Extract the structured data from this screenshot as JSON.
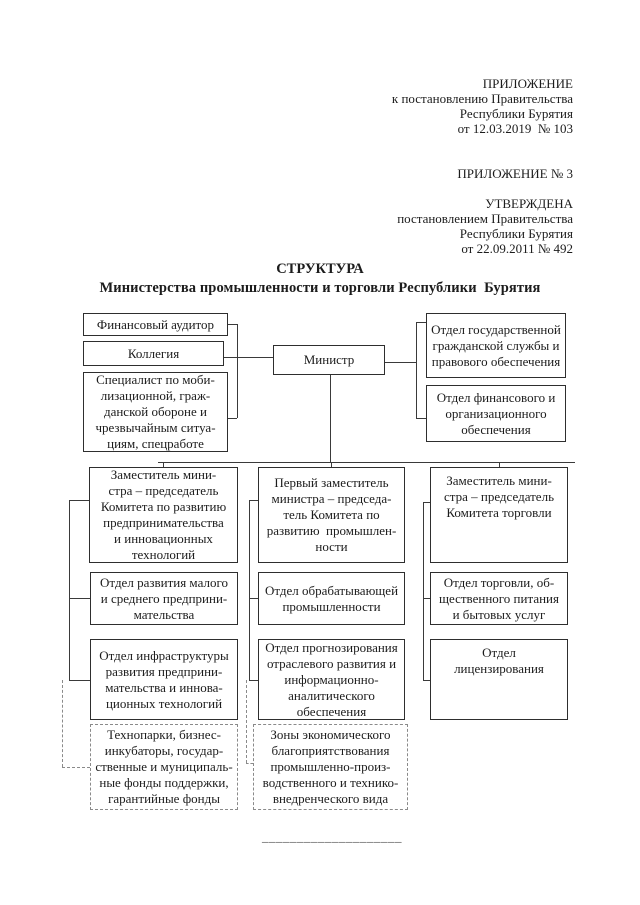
{
  "colors": {
    "ink": "#1c1c1c",
    "border": "#2e2e2e",
    "dashed_gray": "#8a8a8a"
  },
  "header": {
    "appendix": [
      "ПРИЛОЖЕНИЕ",
      "к постановлению Правительства",
      "Республики Бурятия",
      "от 12.03.2019  № 103"
    ],
    "appendix_no": "ПРИЛОЖЕНИЕ № 3",
    "approved": [
      "УТВЕРЖДЕНА",
      "постановлением Правительства",
      "Республики Бурятия",
      "от 22.09.2011 № 492"
    ]
  },
  "title": {
    "line1": "СТРУКТУРА",
    "line2": "Министерства промышленности и торговли Республики  Бурятия"
  },
  "chart": {
    "boxes": {
      "fin_auditor": "Финансовый аудитор",
      "collegium": "Коллегия",
      "specialist": "Специалист по моби-\nлизационной, граж-\nданской обороне и\nчрезвычайным ситуа-\nциям, спецработе",
      "minister": "Министр",
      "civil_service": "Отдел государственной\nгражданской службы и\nправового обеспечения",
      "finance_org": "Отдел финансового и\nорганизационного\nобеспечения",
      "deputy_entrepreneurship": "Заместитель мини-\nстра – председатель\nКомитета по развитию\nпредпринимательства\nи инновационных\nтехнологий",
      "first_deputy_industry": "Первый заместитель\nминистра – председа-\nтель Комитета по\nразвитию  промышлен-\nности",
      "deputy_trade": "Заместитель мини-\nстра – председатель\nКомитета торговли",
      "sme_dept": "Отдел развития малого\nи среднего предприни-\nмательства",
      "manufacturing_dept": "Отдел обрабатывающей\nпромышленности",
      "trade_services_dept": "Отдел торговли, об-\nщественного питания\nи бытовых услуг",
      "infrastructure_dept": "Отдел инфраструктуры\nразвития предприни-\nмательства и иннова-\nционных технологий",
      "forecasting_dept": "Отдел прогнозирования\nотраслевого развития и\nинформационно-\nаналитического\nобеспечения",
      "licensing_dept": "Отдел\nлицензирования",
      "technoparks": "Технопарки, бизнес-\nинкубаторы, государ-\nственные и муниципаль-\nные фонды поддержки,\nгарантийные фонды",
      "economic_zones": "Зоны экономического\nблагоприятствования\nпромышленно-произ-\nводственного и технико-\nвнедренческого вида"
    }
  },
  "footer": {
    "rule": "____________________"
  }
}
